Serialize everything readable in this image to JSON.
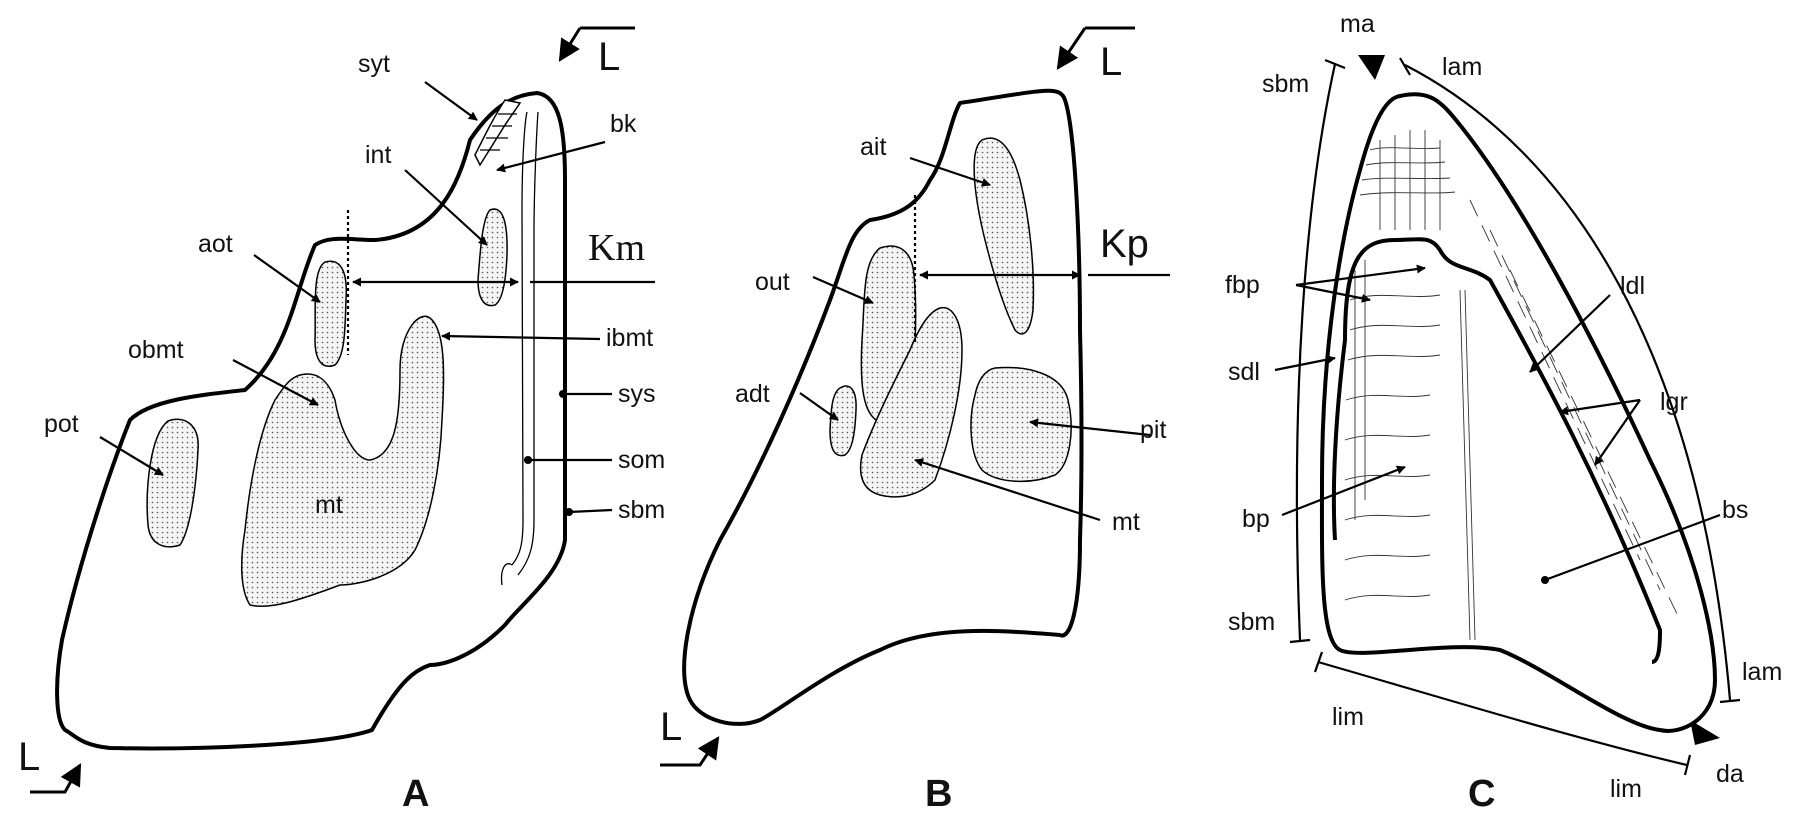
{
  "panels": {
    "A": {
      "letter": "A",
      "labels": {
        "syt": "syt",
        "bk": "bk",
        "int": "int",
        "aot": "aot",
        "km": "Km",
        "obmt": "obmt",
        "ibmt": "ibmt",
        "pot": "pot",
        "sys": "sys",
        "som": "som",
        "sbm": "sbm",
        "mt": "mt"
      },
      "orientation": [
        "L",
        "L"
      ]
    },
    "B": {
      "letter": "B",
      "labels": {
        "ait": "ait",
        "kp": "Kp",
        "out": "out",
        "adt": "adt",
        "pit": "pit",
        "mt": "mt"
      },
      "orientation": [
        "L",
        "L"
      ]
    },
    "C": {
      "letter": "C",
      "labels": {
        "ma": "ma",
        "sbm_top": "sbm",
        "lam_top": "lam",
        "fbp": "fbp",
        "ldl": "ldl",
        "sdl": "sdl",
        "lgr": "lgr",
        "bp": "bp",
        "bs": "bs",
        "sbm_bottom": "sbm",
        "lam_bottom": "lam",
        "lim_left": "lim",
        "lim_right": "lim",
        "da": "da"
      }
    }
  }
}
